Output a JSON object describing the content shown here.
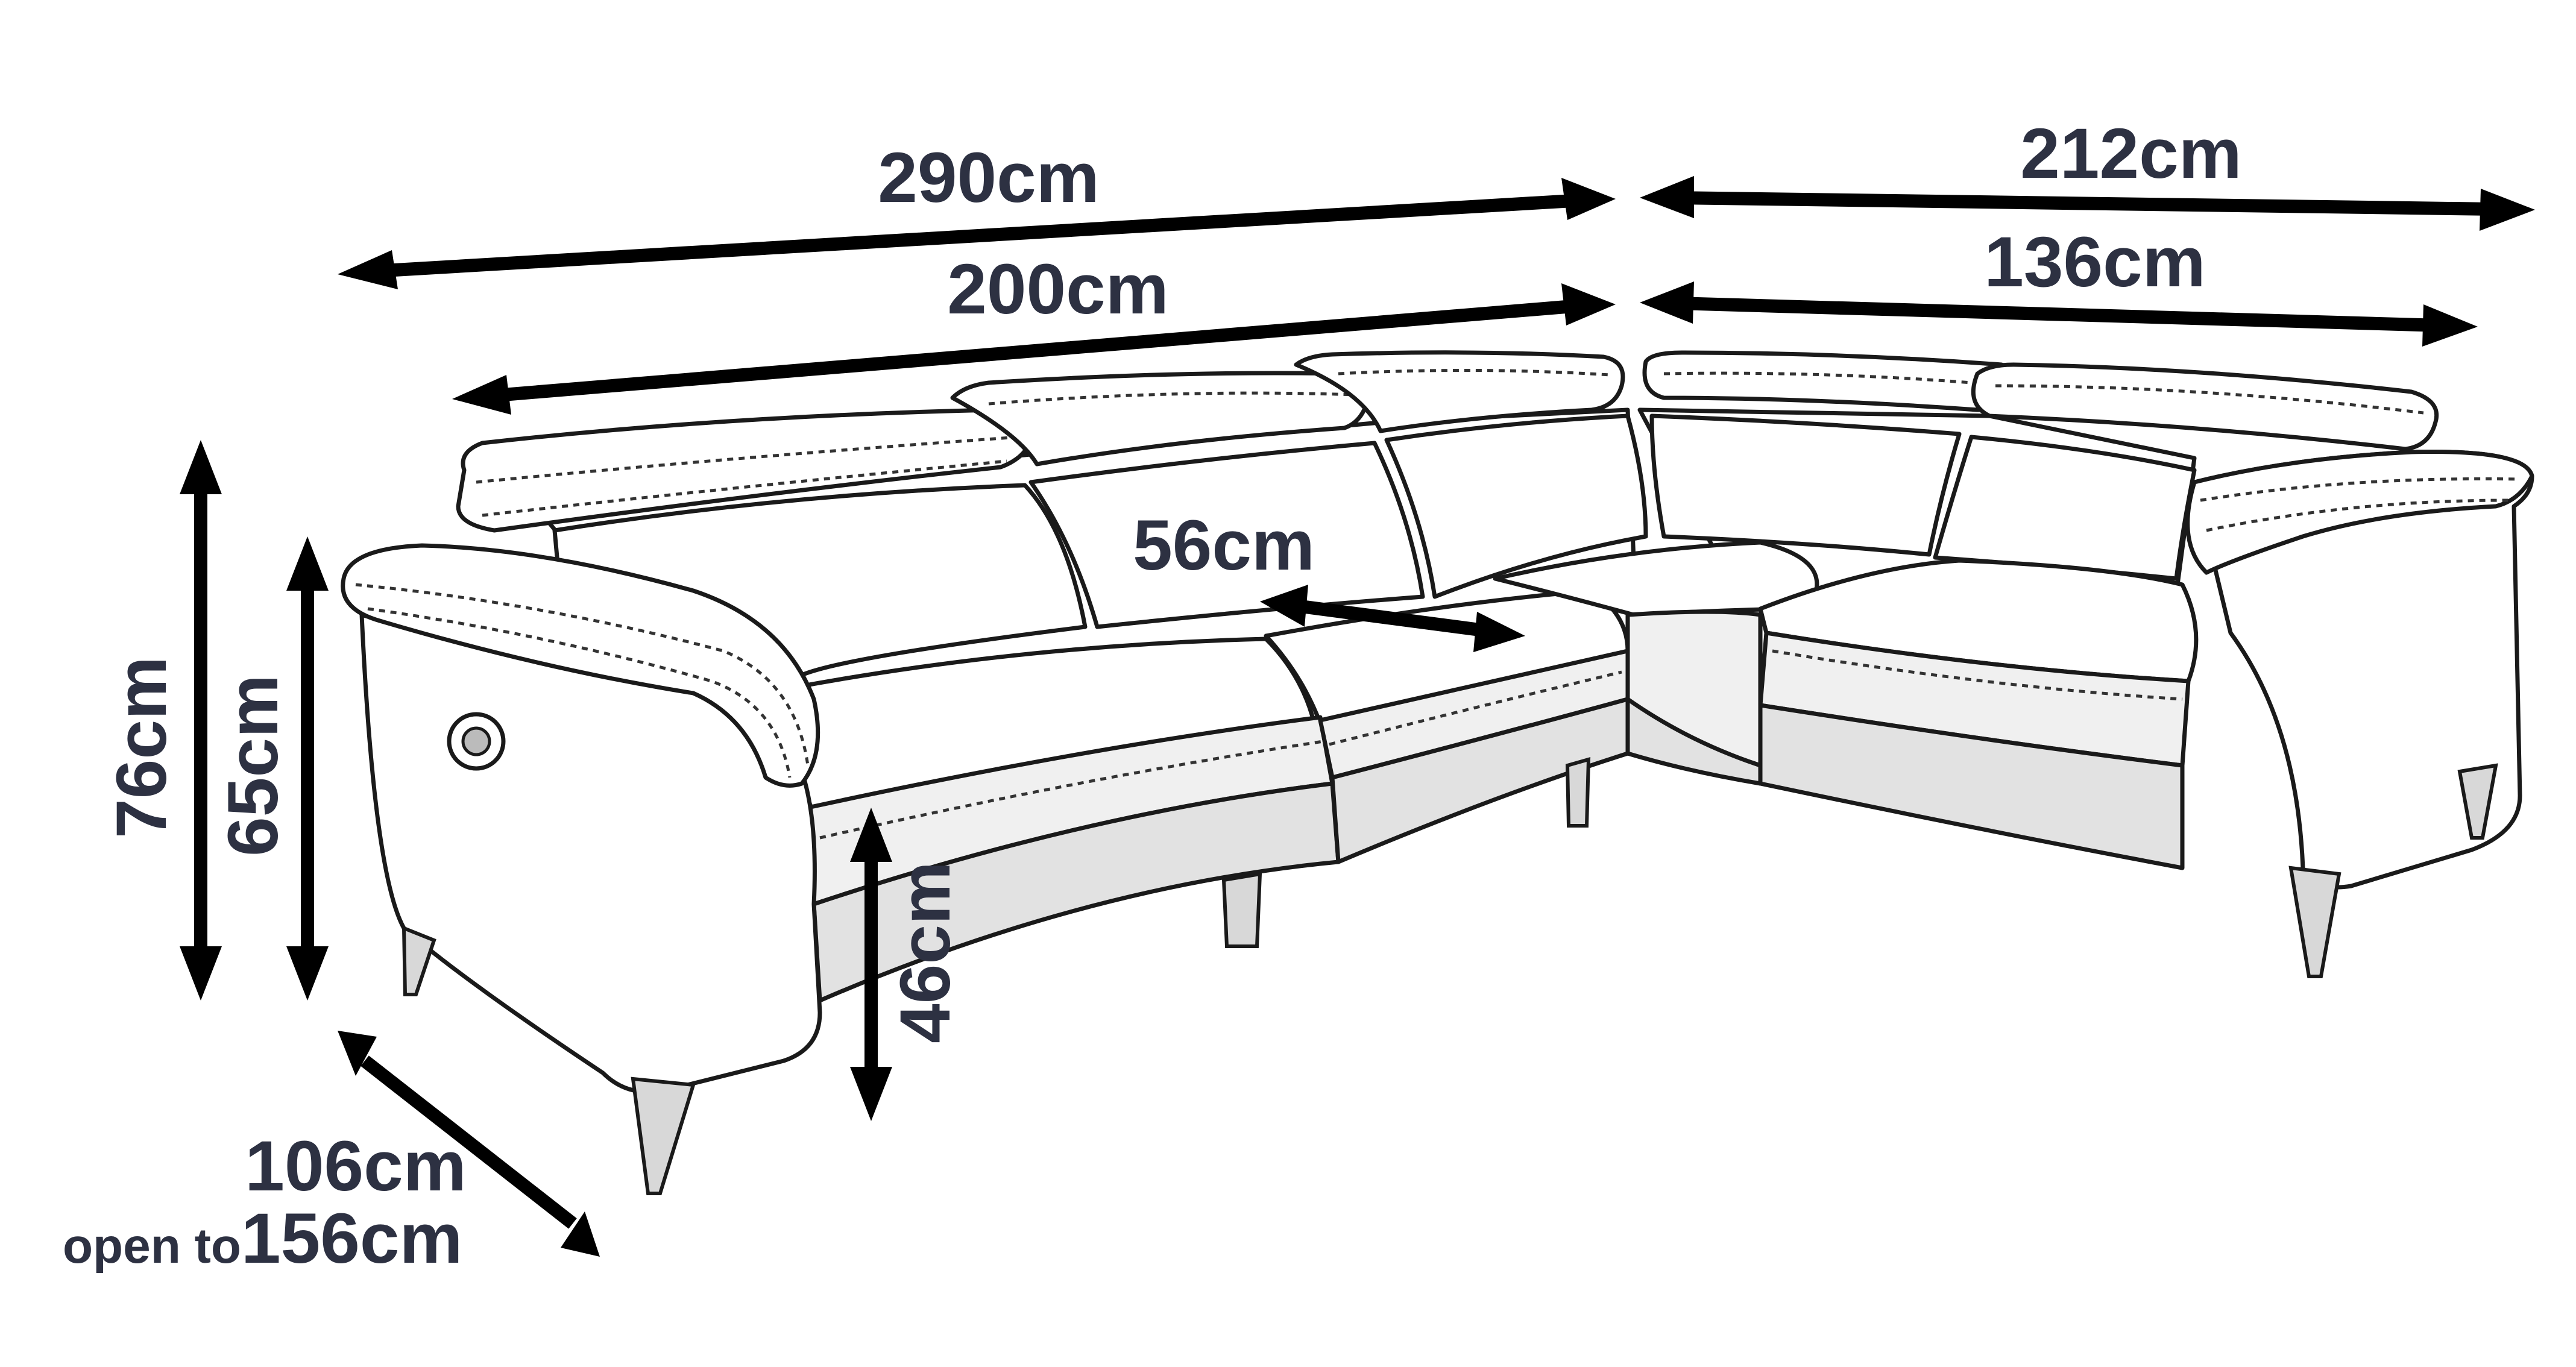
{
  "dimensions": {
    "back_total_width": "290cm",
    "back_seat_width": "200cm",
    "side_total_width": "212cm",
    "side_seat_width": "136cm",
    "seat_depth": "56cm",
    "total_height": "76cm",
    "arm_height": "65cm",
    "seat_height": "46cm",
    "depth": "106cm",
    "depth_open_prefix": "open to",
    "depth_open_value": "156cm"
  },
  "colors": {
    "label_text": "#2d3142",
    "arrow": "#000000",
    "outline": "#1a1a1a"
  }
}
